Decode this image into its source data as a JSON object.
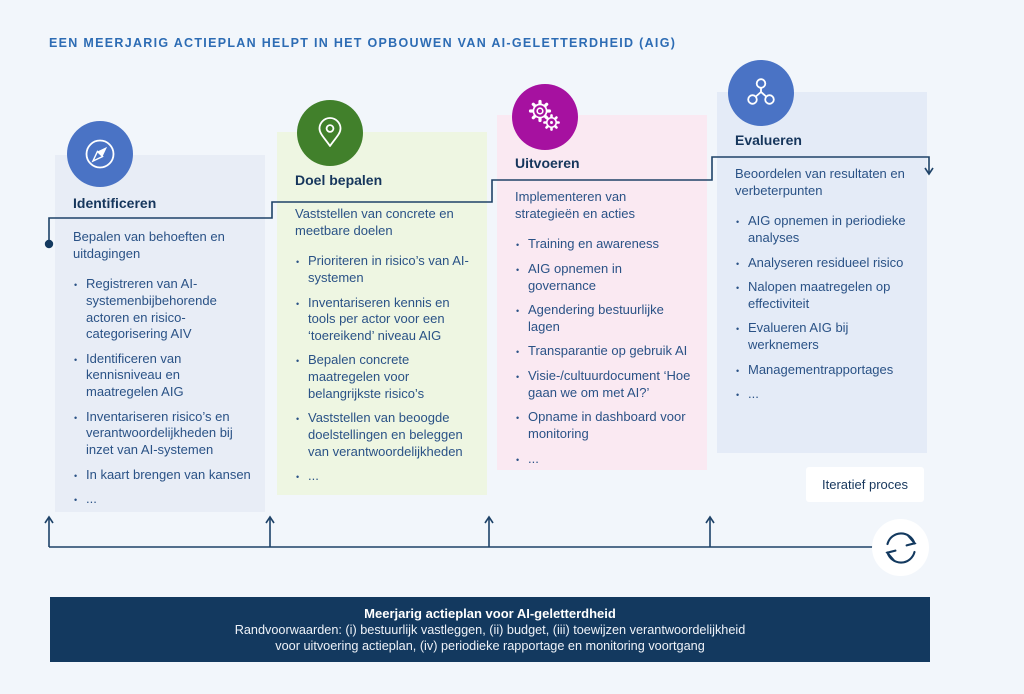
{
  "page": {
    "title": "EEN MEERJARIG ACTIEPLAN HELPT IN HET OPBOUWEN VAN AI-GELETTERDHEID (AIG)"
  },
  "colors": {
    "page_bg": "#f2f6fb",
    "heading_blue": "#2d6cb4",
    "text_navy": "#2a5286",
    "title_navy": "#16365c",
    "connector_line": "#1e4268",
    "banner_bg": "#13395f",
    "banner_text": "#ffffff"
  },
  "columns": [
    {
      "title": "Identificeren",
      "icon": "compass-icon",
      "accent": "#4a73c5",
      "panel_bg": "#e8edf6",
      "subtitle": "Bepalen van behoeften en uitdagingen",
      "bullets": [
        "Registreren van AI-systemenbijbehorende actoren en risico-categorisering AIV",
        "Identificeren van kennisniveau en maatregelen AIG",
        "Inventariseren risico’s en verantwoordelijkheden bij inzet van AI-systemen",
        "In kaart brengen van kansen",
        "..."
      ]
    },
    {
      "title": "Doel bepalen",
      "icon": "map-pin-icon",
      "accent": "#41802b",
      "panel_bg": "#eef6e2",
      "subtitle": "Vaststellen van concrete en meetbare doelen",
      "bullets": [
        "Prioriteren in risico’s van AI-systemen",
        "Inventariseren kennis en tools per actor voor een ‘toereikend’ niveau AIG",
        "Bepalen concrete maatregelen voor belangrijkste risico’s",
        "Vaststellen van beoogde doelstellingen en beleggen van verantwoordelijkheden",
        "..."
      ]
    },
    {
      "title": "Uitvoeren",
      "icon": "gears-icon",
      "accent": "#a611a0",
      "panel_bg": "#fae9f2",
      "subtitle": "Implementeren van strategieën en acties",
      "bullets": [
        "Training en awareness",
        "AIG opnemen in governance",
        "Agendering bestuurlijke lagen",
        "Transparantie op gebruik AI",
        "Visie-/cultuurdocument ‘Hoe gaan we om met AI?’",
        "Opname in dashboard voor monitoring",
        "..."
      ]
    },
    {
      "title": "Evalueren",
      "icon": "network-nodes-icon",
      "accent": "#4a73c5",
      "panel_bg": "#e4ebf7",
      "subtitle": "Beoordelen van resultaten en verbeterpunten",
      "bullets": [
        "AIG opnemen in periodieke analyses",
        "Analyseren residueel risico",
        "Nalopen maatregelen op effectiviteit",
        "Evalueren AIG bij werknemers",
        "Managementrapportages",
        "..."
      ]
    }
  ],
  "labels": {
    "iterative": "Iteratief proces"
  },
  "banner": {
    "title": "Meerjarig actieplan voor AI-geletterdheid",
    "line1": "Randvoorwaarden: (i) bestuurlijk vastleggen, (ii) budget, (iii) toewijzen verantwoordelijkheid",
    "line2": "voor uitvoering actieplan, (iv) periodieke rapportage en monitoring voortgang"
  }
}
